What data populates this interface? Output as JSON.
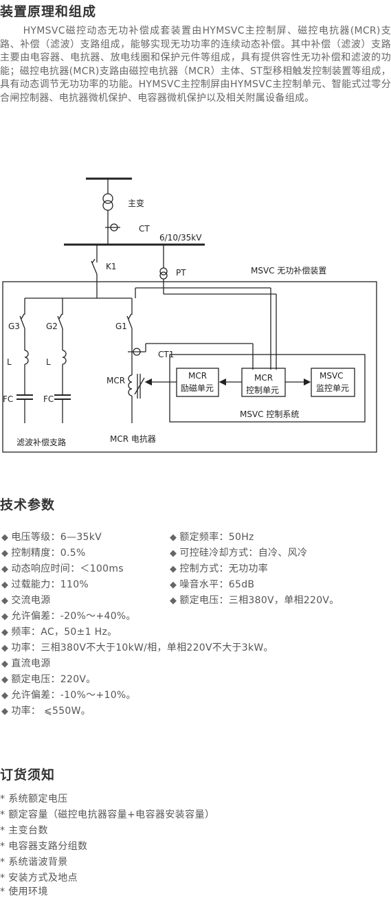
{
  "section1": {
    "title": "装置原理和组成",
    "paragraph": "HYMSVC磁控动态无功补偿成套装置由HYMSVC主控制屏、磁控电抗器(MCR)支路、补偿（滤波）支路组成，能够实现无功功率的连续动态补偿。其中补偿（滤波）支路主要由电容器、电抗器、放电线圈和保护元件等组成，具有提供容性无功补偿和滤波的功能；磁控电抗器(MCR)支路由磁控电抗器（MCR）主体、ST型移相触发控制装置等组成，具有动态调节无功功率的功能。HYMSVC主控制屏由HYMSVC主控制单元、智能式过零分合闸控制器、电抗器微机保护、电容器微机保护以及相关附属设备组成。"
  },
  "diagram": {
    "main_transformer": "主变",
    "ct": "CT",
    "bus_voltage": "6/10/35kV",
    "k1": "K1",
    "pt": "PT",
    "device_label": "MSVC 无功补偿装置",
    "g3": "G3",
    "g2": "G2",
    "g1": "G1",
    "l": "L",
    "l2": "L",
    "fc": "FC",
    "fc2": "FC",
    "ct1": "CT1",
    "mcr_side": "MCR",
    "box1_l1": "MCR",
    "box1_l2": "励磁单元",
    "box2_l1": "MCR",
    "box2_l2": "控制单元",
    "box3_l1": "MSVC",
    "box3_l2": "监控单元",
    "control_system": "MSVC 控制系统",
    "filter_branch": "滤波补偿支路",
    "mcr_reactor": "MCR 电抗器"
  },
  "section2": {
    "title": "技术参数",
    "left": [
      "电压等级：6—35kV",
      "控制精度：0.5%",
      "动态响应时间：＜100ms",
      "过载能力：110%",
      "交流电源",
      "允许偏差：-20%～+40%。",
      "频率：AC，50±1 Hz。",
      "功率：三相380V不大于10kW/相，单相220V不大于3kW。",
      "直流电源",
      "额定电压：220V。",
      "允许偏差：-10%～+10%。",
      "功率：  ⩽550W。"
    ],
    "right": [
      "额定频率：50Hz",
      "可控硅冷却方式：自冷、风冷",
      "控制方式：无功功率",
      "噪音水平：65dB",
      "额定电压：三相380V，单相220V。"
    ],
    "bullet": "◆"
  },
  "section3": {
    "title": "订货须知",
    "items": [
      "* 系统额定电压",
      "* 额定容量（磁控电抗器容量+电容器安装容量）",
      "* 主变台数",
      "* 电容器支路分组数",
      "* 系统谐波背景",
      "* 安装方式及地点",
      "* 使用环境"
    ]
  }
}
